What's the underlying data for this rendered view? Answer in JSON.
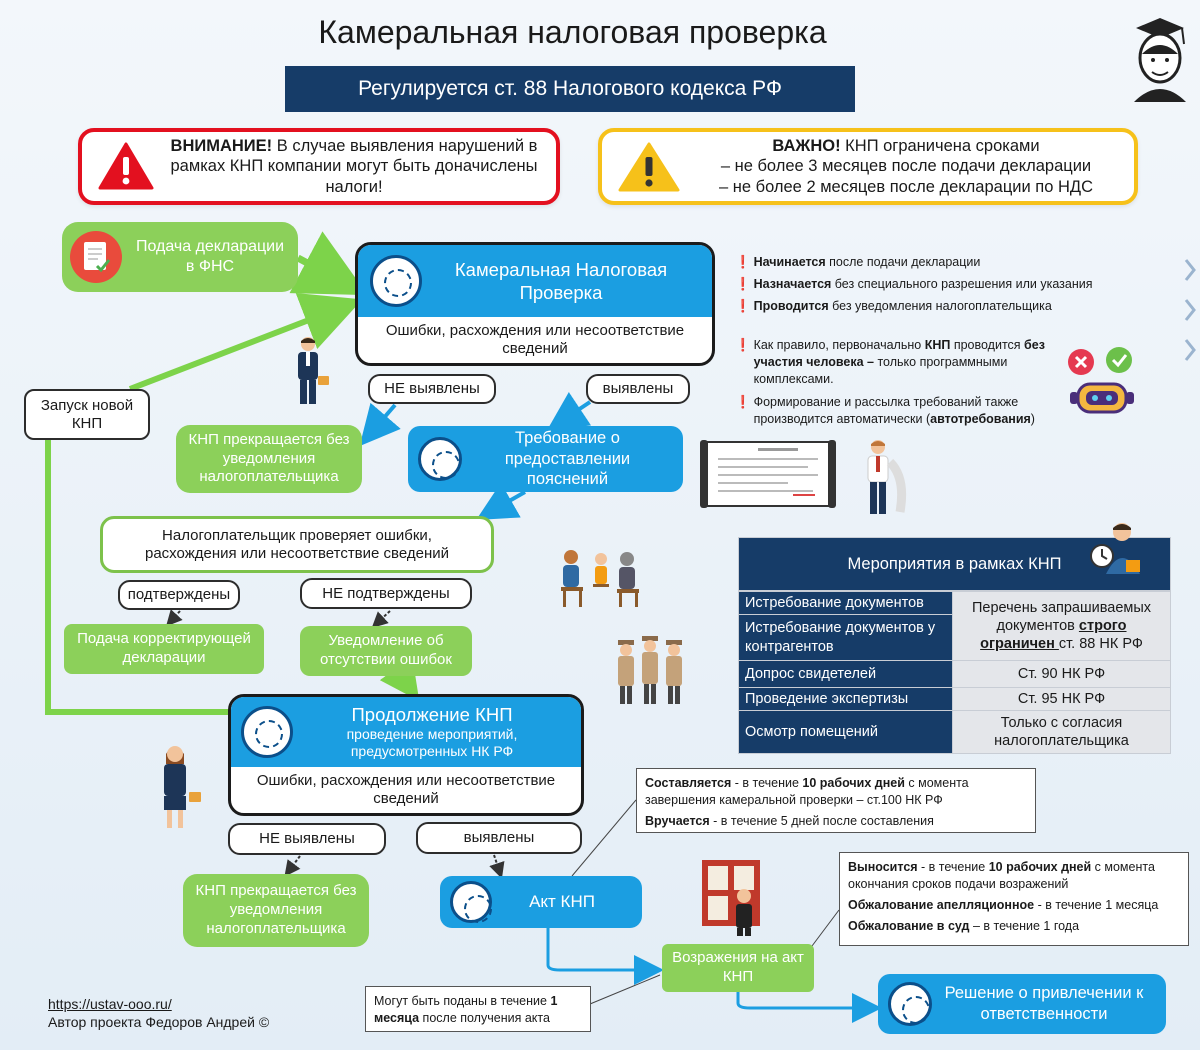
{
  "title": "Камеральная налоговая проверка",
  "subtitle": "Регулируется ст. 88 Налогового кодекса РФ",
  "alert_red": {
    "lead": "ВНИМАНИЕ!",
    "text": " В случае выявления нарушений в рамках КНП компании могут быть доначислены налоги!",
    "icon": "warning-triangle-icon",
    "color": "#e3101f"
  },
  "alert_yellow": {
    "lead": "ВАЖНО!",
    "text": " КНП ограничена сроками",
    "line1": "– не более 3 месяцев после подачи декларации",
    "line2": "– не более 2 месяцев после декларации по НДС",
    "icon": "warning-triangle-icon",
    "color": "#f6c11a"
  },
  "declaration": "Подача декларации в ФНС",
  "knp_main": {
    "title": "Камеральная Налоговая Проверка",
    "body": "Ошибки, расхождения или несоответствие сведений"
  },
  "not_found_1": "НЕ выявлены",
  "found_1": "выявлены",
  "restart": "Запуск новой КНП",
  "knp_stop_1": "КНП прекращается без уведомления налогоплательщика",
  "requirement": "Требование о предоставлении пояснений",
  "taxpayer_checks": "Налогоплательщик проверяет ошибки, расхождения или несоответствие сведений",
  "confirmed": "подтверждены",
  "not_confirmed": "НЕ подтверждены",
  "corrective": "Подача корректирующей декларации",
  "no_errors_notice": "Уведомление об отсутствии ошибок",
  "knp_continue": {
    "title": "Продолжение КНП",
    "subtitle": "проведение мероприятий, предусмотренных НК РФ",
    "body": "Ошибки, расхождения или несоответствие сведений"
  },
  "not_found_2": "НЕ выявлены",
  "found_2": "выявлены",
  "knp_stop_2": "КНП прекращается без уведомления налогоплательщика",
  "act": "Акт КНП",
  "objections": "Возражения на акт КНП",
  "decision": "Решение о привлечении к ответственности",
  "notes_top": [
    {
      "b": "Начинается",
      "t": " после подачи декларации"
    },
    {
      "b": "Назначается",
      "t": " без специального разрешения или указания"
    },
    {
      "b": "Проводится",
      "t": " без уведомления налогоплательщика"
    }
  ],
  "note_auto_1": {
    "t1": "Как правило, первоначально ",
    "b1": "КНП",
    "t2": " проводится ",
    "b2": "без участия человека –",
    "t3": " только программными комплексами."
  },
  "note_auto_2": {
    "t1": "Формирование и рассылка требований также производится автоматически (",
    "b1": "автотребования",
    "t2": ")"
  },
  "measures": {
    "header": "Мероприятия в рамках КНП",
    "rows": [
      {
        "l": "Истребование документов"
      },
      {
        "l": "Истребование документов у контрагентов"
      },
      {
        "l": "Допрос свидетелей",
        "r": "Ст. 90 НК РФ"
      },
      {
        "l": "Проведение экспертизы",
        "r": "Ст. 95 НК РФ"
      },
      {
        "l": "Осмотр помещений",
        "r": "Только с согласия налогоплательщика"
      }
    ],
    "merged_t1": "Перечень запрашиваемых документов ",
    "merged_u": "строго ограничен ",
    "merged_t2": "ст. 88 НК РФ"
  },
  "callout_act": {
    "b1": "Составляется",
    "t1": " - в течение ",
    "b2": "10 рабочих дней",
    "t2": " с момента завершения камеральной проверки – ст.100 НК РФ",
    "b3": "Вручается",
    "t3": " - в течение 5 дней после составления"
  },
  "callout_decision": {
    "b1": "Выносится",
    "t1": " - в течение ",
    "b2": "10 рабочих дней",
    "t2": " с момента окончания сроков подачи возражений",
    "b3": "Обжалование апелляционное",
    "t3": " - в течение 1 месяца",
    "b4": "Обжалование в суд",
    "t4": " – в течение 1 года"
  },
  "callout_objections": {
    "t1": "Могут быть поданы в течение ",
    "b1": "1 месяца",
    "t2": " после получения акта"
  },
  "footer": {
    "link": "https://ustav-ooo.ru/",
    "author": "Автор проекта Федоров Андрей ©"
  },
  "colors": {
    "navy": "#163c68",
    "blue": "#1b9ee1",
    "green": "#8cd05a",
    "arrow_green": "#7dd34a",
    "red": "#e3101f",
    "yellow": "#f6c11a"
  }
}
